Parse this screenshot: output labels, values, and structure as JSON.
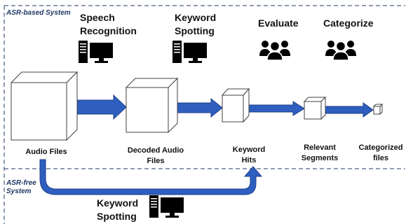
{
  "systems": {
    "asr_based": "ASR-based System",
    "asr_free_line1": "ASR-free",
    "asr_free_line2": "System"
  },
  "steps": {
    "speech_recognition": [
      "Speech",
      "Recognition"
    ],
    "keyword_spotting_top": [
      "Keyword",
      "Spotting"
    ],
    "evaluate": "Evaluate",
    "categorize": "Categorize",
    "keyword_spotting_bottom": [
      "Keyword",
      "Spotting"
    ]
  },
  "boxes": {
    "audio_files": [
      "Audio Files"
    ],
    "decoded_audio_files": [
      "Decoded Audio",
      "Files"
    ],
    "keyword_hits": [
      "Keyword",
      "Hits"
    ],
    "relevant_segments": [
      "Relevant",
      "Segments"
    ],
    "categorized_files": [
      "Categorized",
      "files"
    ]
  },
  "icons": {
    "computer": "computer-icon",
    "people": "people-group-icon"
  },
  "colors": {
    "cube_fill": "#ffffff",
    "cube_stroke": "#404040",
    "arrow_fill": "#2e5fbf",
    "arrow_stroke": "#1f3f8a",
    "dash": "#1f3864",
    "icon": "#000000"
  }
}
